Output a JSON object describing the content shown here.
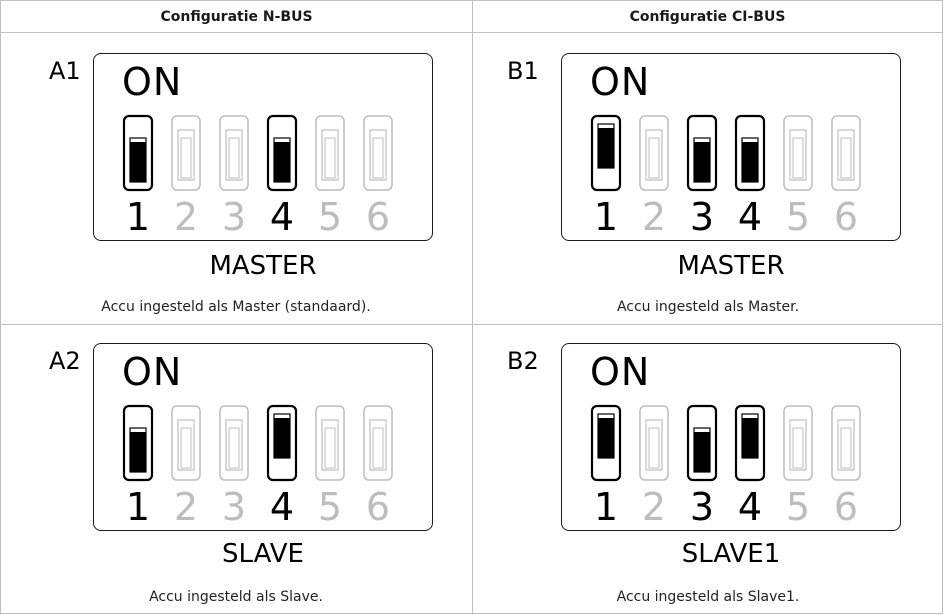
{
  "headers": {
    "nbus": "Configuratie N-BUS",
    "cibus": "Configuratie CI-BUS"
  },
  "panels": [
    {
      "id": "A1",
      "on_text": "ON",
      "mode": "MASTER",
      "description": "Accu ingesteld als Master (standaard).",
      "switches": [
        {
          "number": "1",
          "active": true,
          "position": "down"
        },
        {
          "number": "2",
          "active": false,
          "position": "none"
        },
        {
          "number": "3",
          "active": false,
          "position": "none"
        },
        {
          "number": "4",
          "active": true,
          "position": "down"
        },
        {
          "number": "5",
          "active": false,
          "position": "none"
        },
        {
          "number": "6",
          "active": false,
          "position": "none"
        }
      ]
    },
    {
      "id": "B1",
      "on_text": "ON",
      "mode": "MASTER",
      "description": "Accu ingesteld als Master.",
      "switches": [
        {
          "number": "1",
          "active": true,
          "position": "up"
        },
        {
          "number": "2",
          "active": false,
          "position": "none"
        },
        {
          "number": "3",
          "active": true,
          "position": "down"
        },
        {
          "number": "4",
          "active": true,
          "position": "down"
        },
        {
          "number": "5",
          "active": false,
          "position": "none"
        },
        {
          "number": "6",
          "active": false,
          "position": "none"
        }
      ]
    },
    {
      "id": "A2",
      "on_text": "ON",
      "mode": "SLAVE",
      "description": "Accu ingesteld als Slave.",
      "switches": [
        {
          "number": "1",
          "active": true,
          "position": "down"
        },
        {
          "number": "2",
          "active": false,
          "position": "none"
        },
        {
          "number": "3",
          "active": false,
          "position": "none"
        },
        {
          "number": "4",
          "active": true,
          "position": "up"
        },
        {
          "number": "5",
          "active": false,
          "position": "none"
        },
        {
          "number": "6",
          "active": false,
          "position": "none"
        }
      ]
    },
    {
      "id": "B2",
      "on_text": "ON",
      "mode": "SLAVE1",
      "description": "Accu ingesteld als Slave1.",
      "switches": [
        {
          "number": "1",
          "active": true,
          "position": "up"
        },
        {
          "number": "2",
          "active": false,
          "position": "none"
        },
        {
          "number": "3",
          "active": true,
          "position": "down"
        },
        {
          "number": "4",
          "active": true,
          "position": "up"
        },
        {
          "number": "5",
          "active": false,
          "position": "none"
        },
        {
          "number": "6",
          "active": false,
          "position": "none"
        }
      ]
    }
  ],
  "colors": {
    "active": "#000000",
    "inactive": "#bdbdbd",
    "border": "#bfbfbf"
  }
}
